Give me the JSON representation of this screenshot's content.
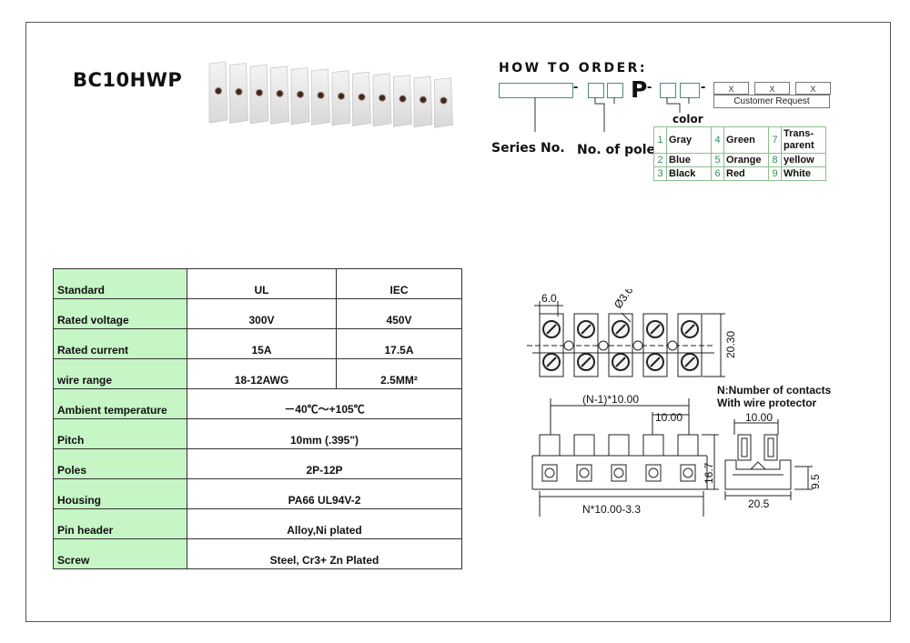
{
  "title": "BC10HWP",
  "order": {
    "heading": "HOW TO ORDER:",
    "p_letter": "P",
    "x_marks": [
      "X",
      "X",
      "X"
    ],
    "customer_request": "Customer Request",
    "series_label": "Series No.",
    "pole_label": "No. of pole",
    "color_label": "color",
    "colors": [
      [
        {
          "n": "1",
          "name": "Gray"
        },
        {
          "n": "4",
          "name": "Green"
        },
        {
          "n": "7",
          "name": "Trans-parent"
        }
      ],
      [
        {
          "n": "2",
          "name": "Blue"
        },
        {
          "n": "5",
          "name": "Orange"
        },
        {
          "n": "8",
          "name": "yellow"
        }
      ],
      [
        {
          "n": "3",
          "name": "Black"
        },
        {
          "n": "6",
          "name": "Red"
        },
        {
          "n": "9",
          "name": "White"
        }
      ]
    ],
    "trans_line1": "Trans-",
    "trans_line2": "parent"
  },
  "spec": {
    "header": {
      "k": "Standard",
      "ul": "UL",
      "iec": "IEC"
    },
    "rated_voltage": {
      "k": "Rated voltage",
      "ul": "300V",
      "iec": "450V"
    },
    "rated_current": {
      "k": "Rated current",
      "ul": "15A",
      "iec": "17.5A"
    },
    "wire_range": {
      "k": "wire range",
      "ul": "18-12AWG",
      "iec": "2.5MM²"
    },
    "ambient": {
      "k": "Ambient temperature",
      "v": "－40℃～+105℃"
    },
    "pitch": {
      "k": "Pitch",
      "v": "10mm (.395\")"
    },
    "poles": {
      "k": "Poles",
      "v": "2P-12P"
    },
    "housing": {
      "k": "Housing",
      "v": "PA66  UL94V-2"
    },
    "pin_header": {
      "k": "Pin header",
      "v": "Alloy,Ni plated"
    },
    "screw": {
      "k": "Screw",
      "v": "Steel, Cr3+ Zn Plated"
    }
  },
  "drawing": {
    "dim_6": "6.0",
    "dim_hole": "Ø3.6",
    "dim_2030": "20.30",
    "dim_n1": "(N-1)*10.00",
    "dim_1000a": "10.00",
    "dim_167": "16.7",
    "dim_n10": "N*10.00-3.3",
    "note1": "N:Number of contacts",
    "note2": "With wire protector",
    "dim_1000b": "10.00",
    "dim_95": "9.5",
    "dim_205": "20.5"
  }
}
